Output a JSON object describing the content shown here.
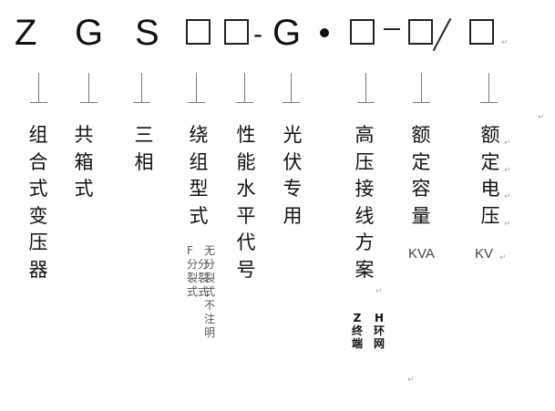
{
  "model_code": {
    "chars": [
      "Z",
      "G",
      "S",
      "-",
      "G",
      "•",
      "–",
      "/"
    ]
  },
  "markers": {
    "paragraph": "↵"
  },
  "columns": [
    {
      "id": "zuhe",
      "label_chars": [
        "组",
        "合",
        "式",
        "变",
        "压",
        "器"
      ]
    },
    {
      "id": "xiangshi",
      "label_chars": [
        "共",
        "箱",
        "式"
      ]
    },
    {
      "id": "sanxiang",
      "label_chars": [
        "三",
        "相"
      ]
    },
    {
      "id": "raozu",
      "label_chars": [
        "绕",
        "组",
        "型",
        "式"
      ]
    },
    {
      "id": "xingneng",
      "label_chars": [
        "性",
        "能",
        "水",
        "平",
        "代",
        "号"
      ]
    },
    {
      "id": "guangfu",
      "label_chars": [
        "光",
        "伏",
        "专",
        "用"
      ]
    },
    {
      "id": "gaoya",
      "label_chars": [
        "高",
        "压",
        "接",
        "线",
        "方",
        "案"
      ]
    },
    {
      "id": "rongliang",
      "label_chars": [
        "额",
        "定",
        "容",
        "量"
      ]
    },
    {
      "id": "dianya",
      "label_chars": [
        "额",
        "定",
        "电",
        "压"
      ]
    }
  ],
  "units": {
    "capacity": "KVA",
    "voltage": "KV"
  },
  "notes": {
    "winding_note": {
      "col1": [
        "F",
        "分分",
        "裂裂",
        "式式"
      ],
      "col2": [
        "无",
        "分",
        "裂",
        "式",
        "不",
        "注",
        "明"
      ]
    },
    "hv_note": {
      "option_z": [
        "Z",
        "终",
        "端"
      ],
      "option_h": [
        "H",
        "环",
        "网"
      ]
    }
  }
}
